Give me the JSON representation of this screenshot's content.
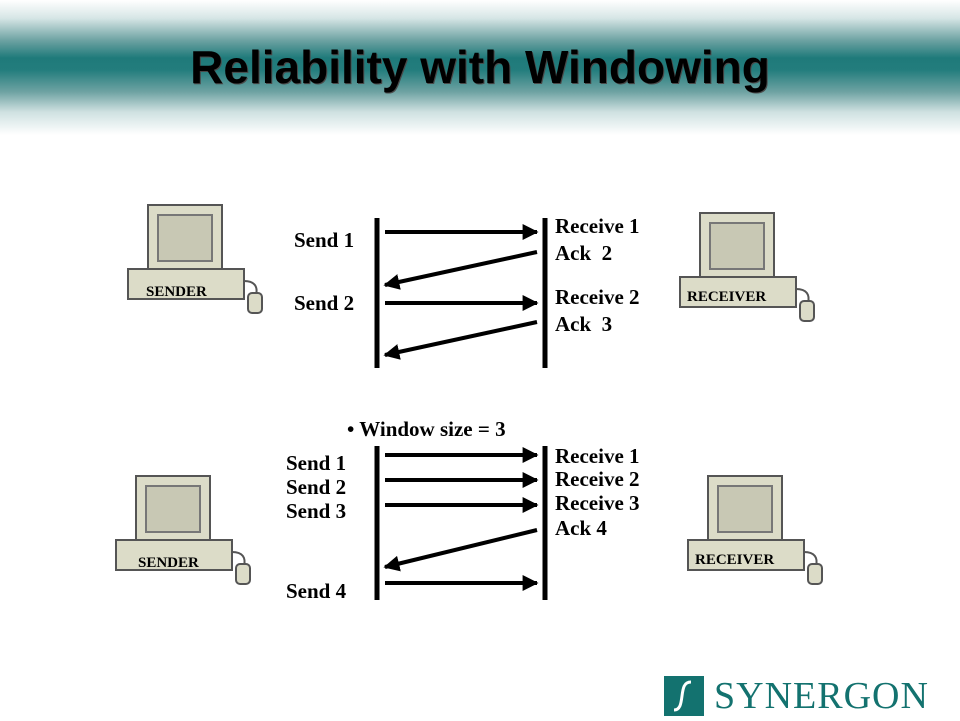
{
  "title": "Reliability with Windowing",
  "diagram1": {
    "sender_label": "SENDER",
    "receiver_label": "RECEIVER",
    "send": [
      "Send 1",
      "Send 2"
    ],
    "receive": [
      "Receive 1",
      "Ack  2",
      "Receive 2",
      "Ack  3"
    ]
  },
  "diagram2": {
    "bullet": "Window size = 3",
    "sender_label": "SENDER",
    "receiver_label": "RECEIVER",
    "send": [
      "Send 1",
      "Send 2",
      "Send 3",
      "Send 4"
    ],
    "receive": [
      "Receive 1",
      "Receive 2",
      "Receive 3",
      "Ack 4"
    ]
  },
  "logo": {
    "text": "SYNERGON"
  },
  "colors": {
    "brand": "#13726f",
    "header": "#1f7a7a",
    "computer_beige": "#dcdcc8"
  }
}
